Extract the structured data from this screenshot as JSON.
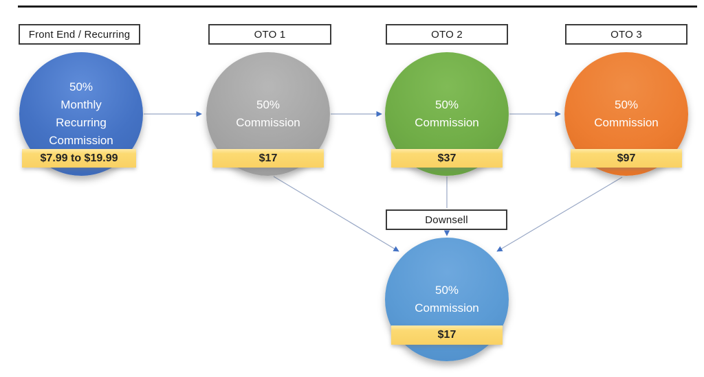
{
  "funnel": {
    "stages": [
      {
        "label": "Front End / Recurring",
        "circle_text": "50%\nMonthly\nRecurring\nCommission",
        "price": "$7.99 to $19.99",
        "color": "#4472C4"
      },
      {
        "label": "OTO 1",
        "circle_text": "50%\nCommission",
        "price": "$17",
        "color": "#A6A6A6"
      },
      {
        "label": "OTO 2",
        "circle_text": "50%\nCommission",
        "price": "$37",
        "color": "#70AD47"
      },
      {
        "label": "OTO 3",
        "circle_text": "50%\nCommission",
        "price": "$97",
        "color": "#ED7D31"
      },
      {
        "label": "Downsell",
        "circle_text": "50%\nCommission",
        "price": "$17",
        "color": "#5B9BD5"
      }
    ],
    "colors": {
      "price_band": "#FFD966",
      "arrow_head": "#4472C4",
      "arrow_line": "#98A7C5",
      "label_border": "#3A3A3A",
      "top_line": "#1C1C1C"
    }
  }
}
